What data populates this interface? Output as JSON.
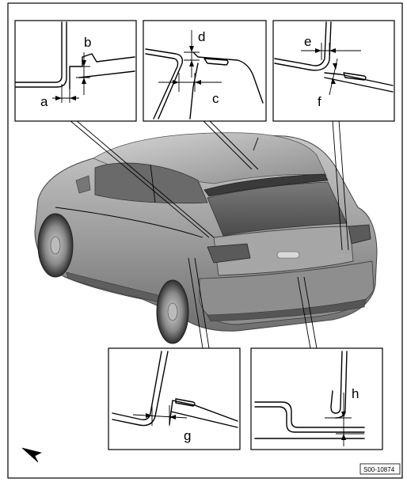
{
  "labels": {
    "a": "a",
    "b": "b",
    "c": "c",
    "d": "d",
    "e": "e",
    "f": "f",
    "g": "g",
    "h": "h"
  },
  "figure_code": "S00-10874",
  "icons": {
    "direction_marker": "travel-direction-arrow-icon"
  },
  "colors": {
    "line": "#000000",
    "background": "#ffffff",
    "car_body": "#9a9a9a"
  }
}
